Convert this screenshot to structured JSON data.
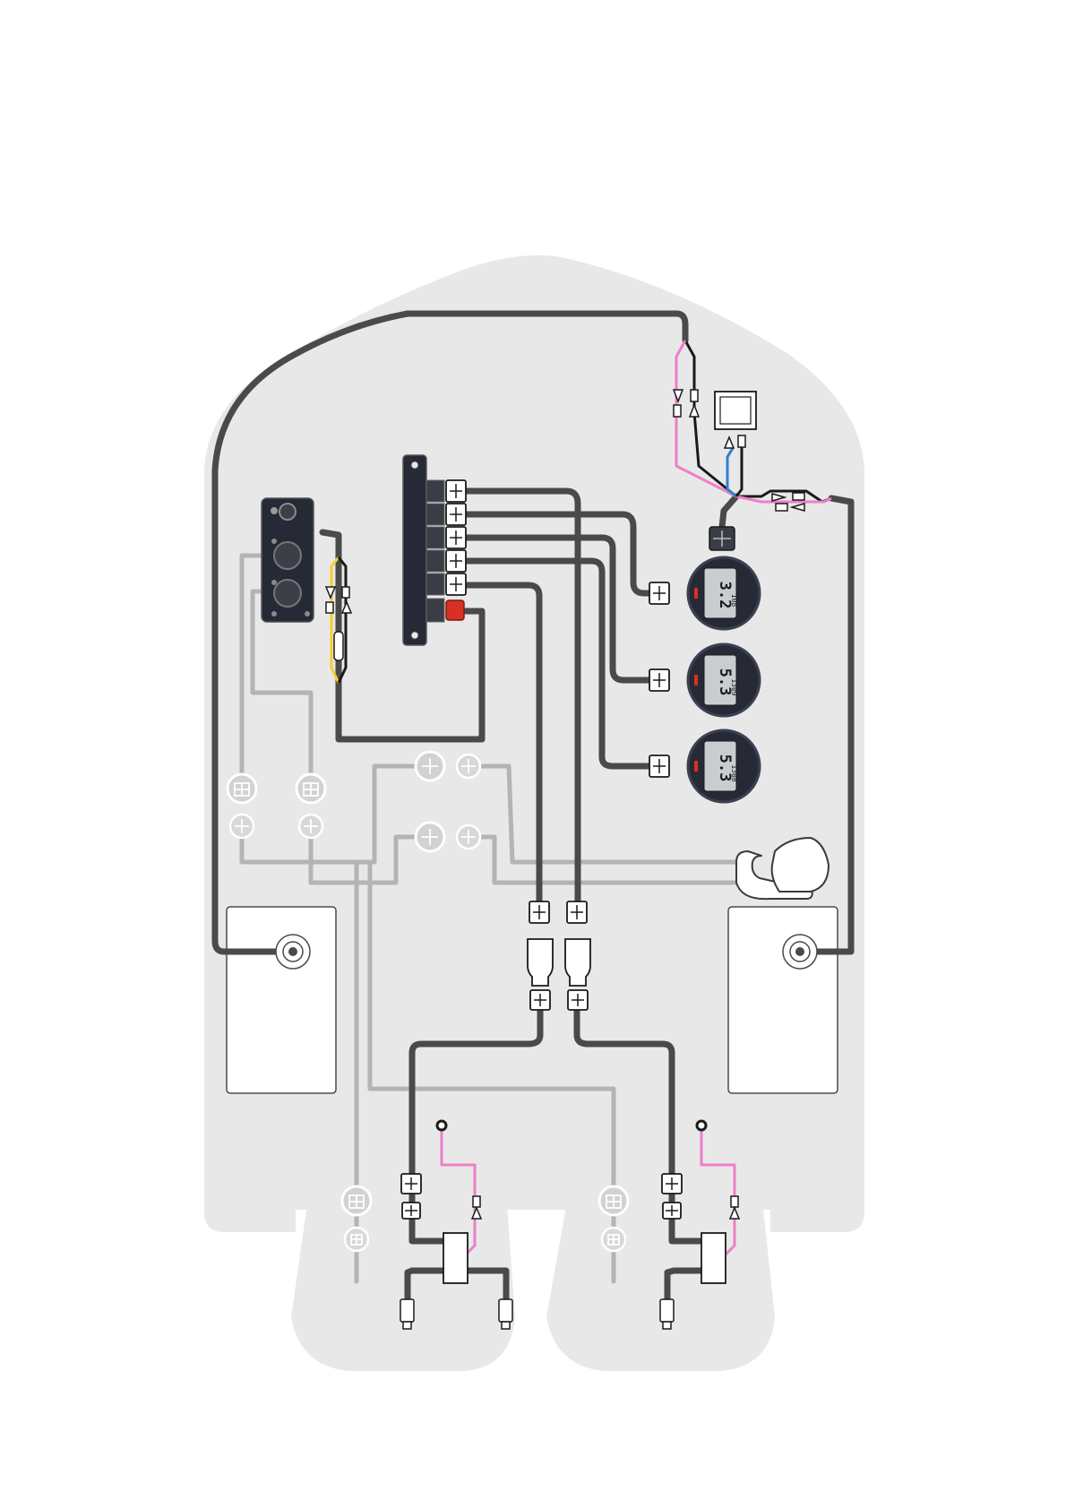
{
  "diagram": {
    "colors": {
      "hull": "#e8e8e8",
      "cable_dark": "#4a4a4a",
      "cable_light": "#b4b4b4",
      "cable_light_fill": "#d2d2d2",
      "wire_black": "#1a1a1a",
      "wire_pink": "#ee7fc7",
      "wire_blue": "#2f7fd0",
      "wire_yellow": "#f6cf2f",
      "accent_red": "#d93025",
      "gauge_body": "#262a36"
    },
    "gauges": [
      {
        "big": "3.2",
        "small": "108"
      },
      {
        "big": "5.3",
        "small": "1309"
      },
      {
        "big": "5.3",
        "small": "1308"
      }
    ]
  }
}
